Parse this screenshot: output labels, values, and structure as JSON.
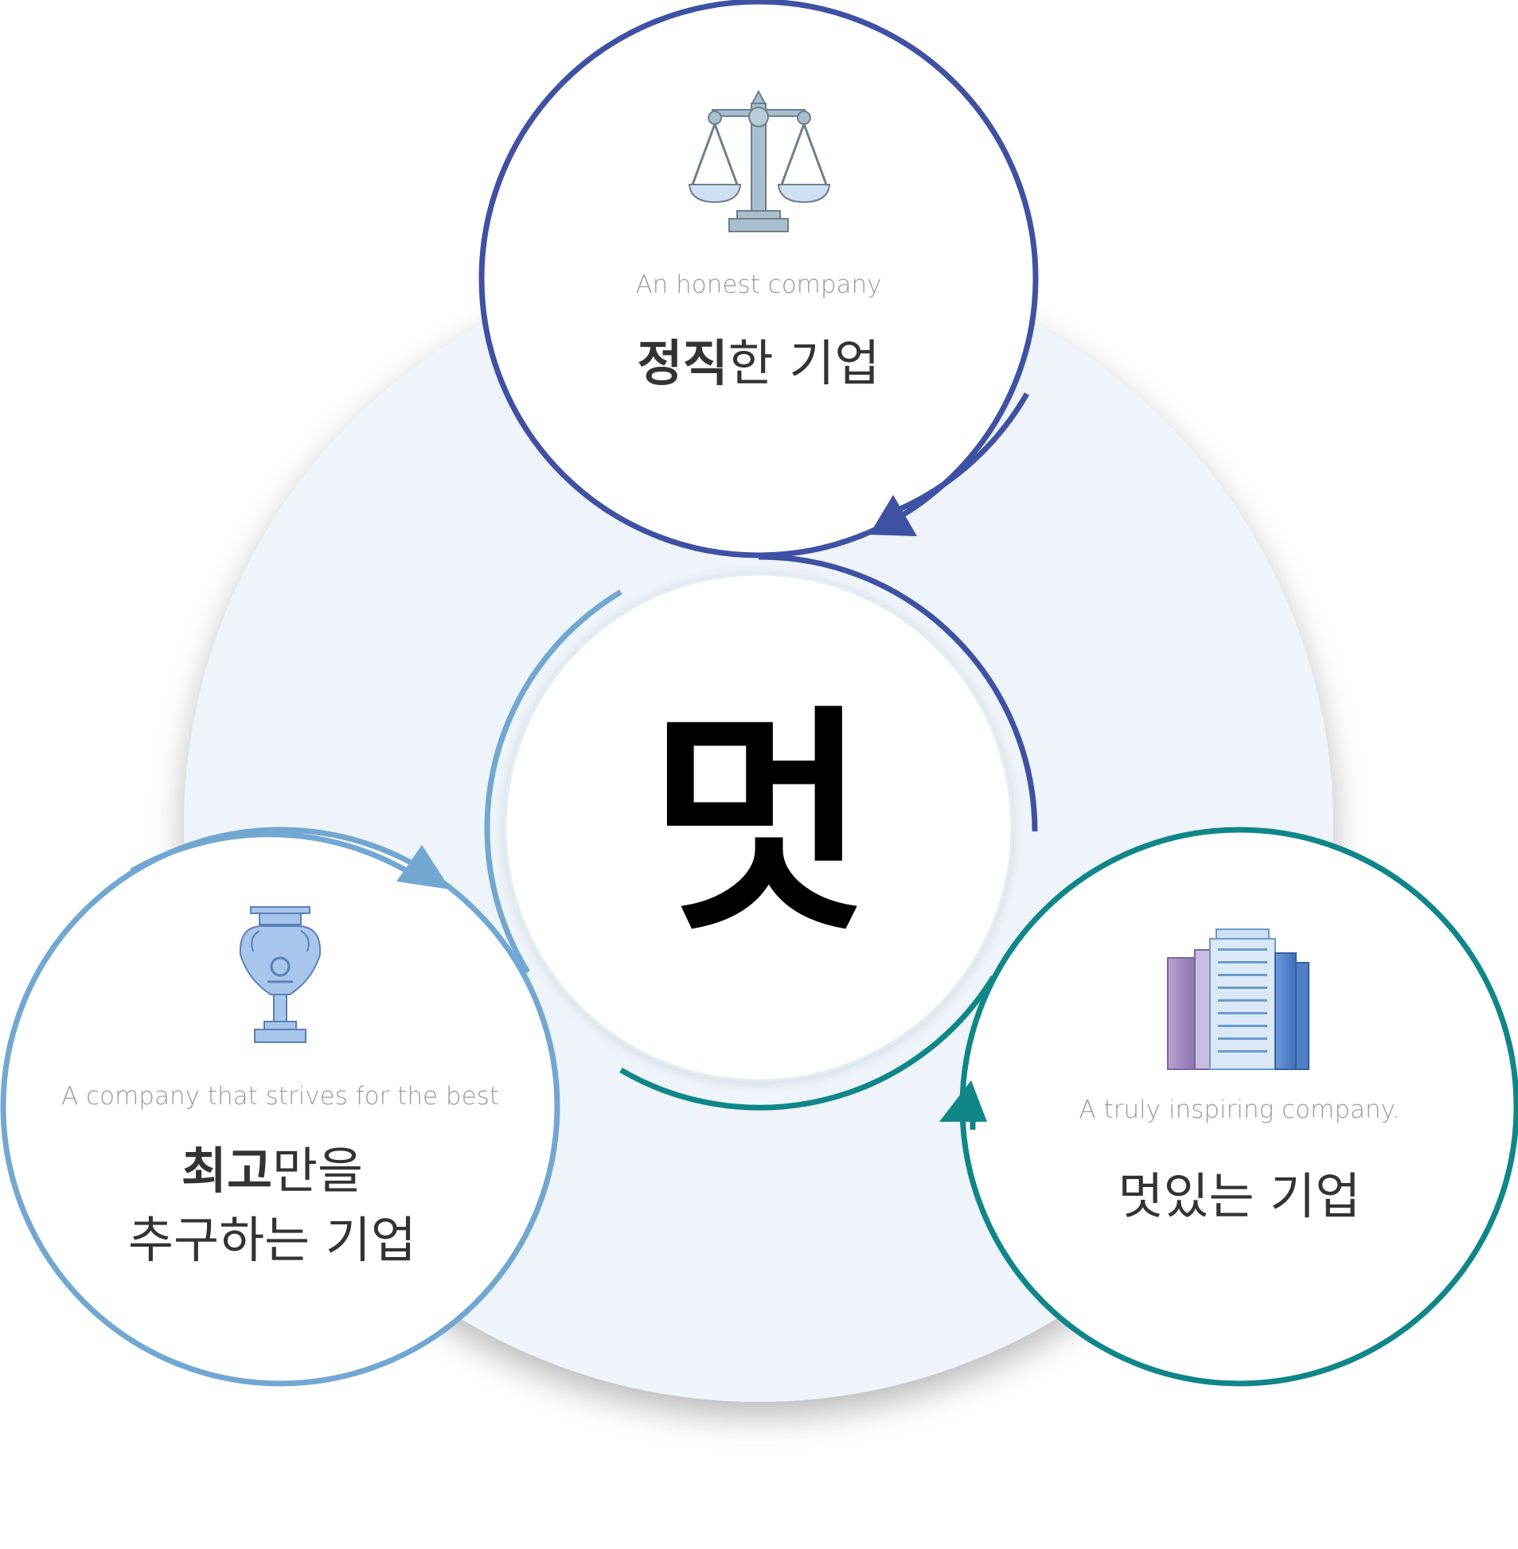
{
  "center": {
    "logo_char": "멋"
  },
  "nodes": {
    "top": {
      "icon": "scales-of-justice-icon",
      "subtitle": "An honest company",
      "title_bold": "정직",
      "title_rest": "한 기업",
      "color": "#3f51a3"
    },
    "left": {
      "icon": "trophy-cup-icon",
      "subtitle": "A company that strives for the best",
      "title_line1_bold": "최고",
      "title_line1_rest": "만을",
      "title_line2": "추구하는 기업",
      "color": "#72a7d2"
    },
    "right": {
      "icon": "office-buildings-icon",
      "subtitle": "A truly inspiring company.",
      "title": "멋있는 기업",
      "color": "#0f8688"
    }
  },
  "colors": {
    "background_disc": "#eef4f9",
    "node_fill": "#ffffff",
    "text_main": "#333333",
    "text_sub": "#9a9a9a"
  }
}
